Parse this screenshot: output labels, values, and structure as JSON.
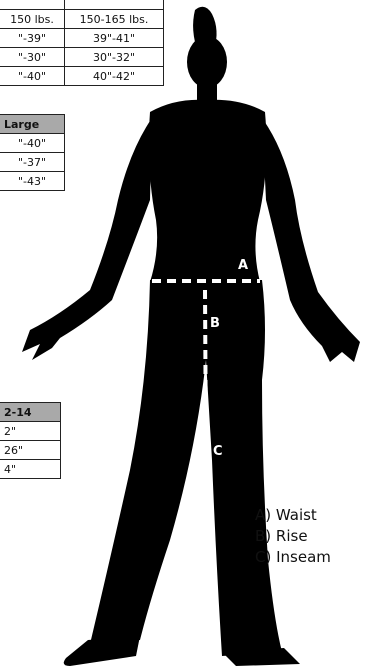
{
  "table_top": {
    "rows": [
      [
        "150 lbs.",
        "150-165 lbs."
      ],
      [
        "\"-39\"",
        "39\"-41\""
      ],
      [
        "\"-30\"",
        "30\"-32\""
      ],
      [
        "\"-40\"",
        "40\"-42\""
      ]
    ]
  },
  "table_mid": {
    "header": "Large",
    "rows": [
      "\"-40\"",
      "\"-37\"",
      "\"-43\""
    ]
  },
  "table_bottom": {
    "header": "2-14",
    "rows": [
      "2\"",
      "26\"",
      "4\""
    ]
  },
  "markers": {
    "a": "A",
    "b": "B",
    "c": "C"
  },
  "legend": {
    "waist": "A) Waist",
    "rise": "B) Rise",
    "inseam": "C) Inseam"
  }
}
